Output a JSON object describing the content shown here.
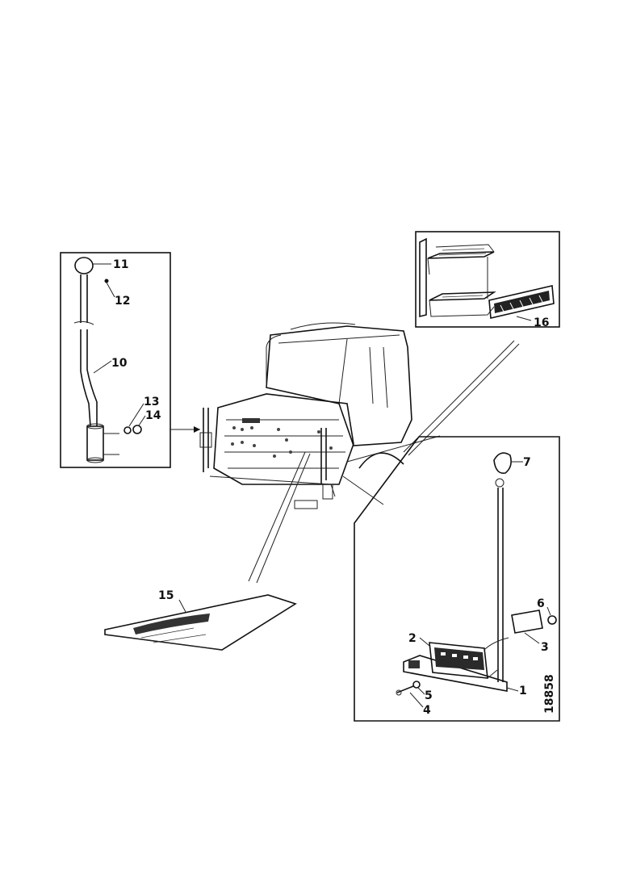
{
  "diagram": {
    "inset_left": {
      "callouts": {
        "p11": "11",
        "p12": "12",
        "p10": "10",
        "p13": "13",
        "p14": "14"
      }
    },
    "inset_top_right": {
      "callouts": {
        "p16": "16"
      }
    },
    "inset_bottom_right": {
      "callouts": {
        "p7": "7",
        "p6": "6",
        "p3": "3",
        "p2": "2",
        "p1": "1",
        "p5": "5",
        "p4": "4"
      },
      "drawing_number": "18858"
    },
    "floor_mat": {
      "callouts": {
        "p15": "15"
      }
    }
  }
}
